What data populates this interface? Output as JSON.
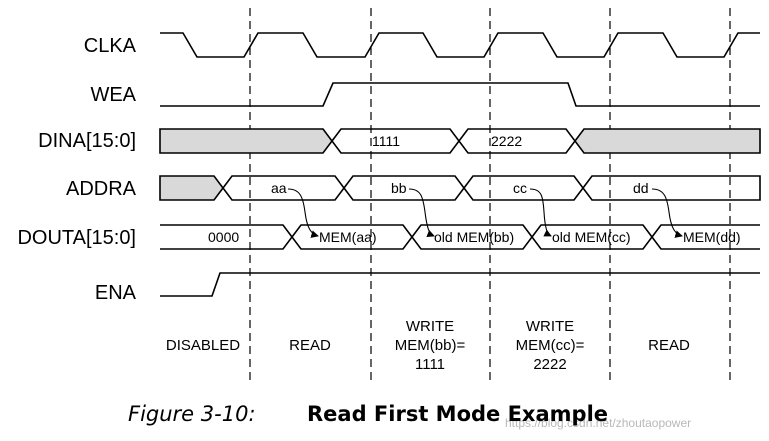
{
  "signals": {
    "clka": "CLKA",
    "wea": "WEA",
    "dina": "DINA[15:0]",
    "addra": "ADDRA",
    "douta": "DOUTA[15:0]",
    "ena": "ENA"
  },
  "dina_values": [
    "1111",
    "2222"
  ],
  "addra_values": [
    "aa",
    "bb",
    "cc",
    "dd"
  ],
  "douta_values": [
    "0000",
    "MEM(aa)",
    "old MEM(bb)",
    "old MEM(cc)",
    "MEM(dd)"
  ],
  "phases": {
    "disabled": "DISABLED",
    "read1": "READ",
    "write_bb": [
      "WRITE",
      "MEM(bb)=",
      "1111"
    ],
    "write_cc": [
      "WRITE",
      "MEM(cc)=",
      "2222"
    ],
    "read2": "READ"
  },
  "caption": {
    "number": "Figure 3-10:",
    "title": "Read First Mode Example"
  },
  "watermark": "https://blog.csdn.net/zhoutaopower",
  "colors": {
    "line": "#000000",
    "undefined_fill": "#d9d9d9"
  }
}
